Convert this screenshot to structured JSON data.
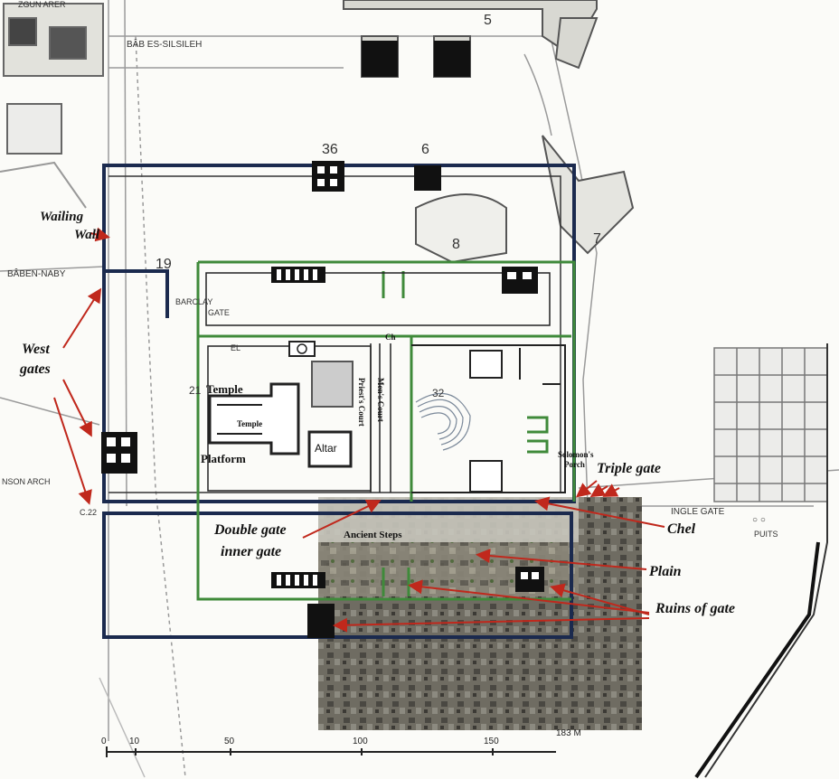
{
  "colors": {
    "outer_wall": "#1b2a4e",
    "inner_wall": "#3f8a3a",
    "arrow": "#c0281c",
    "photo": "#6b6b60",
    "baselines": "#9a9a9a"
  },
  "annotations": {
    "wailing_wall_1": "Wailing",
    "wailing_wall_2": "Wall",
    "west_gates_1": "West",
    "west_gates_2": "gates",
    "double_gate": "Double gate",
    "inner_gate": "inner gate",
    "triple_gate": "Triple gate",
    "chel": "Chel",
    "plain": "Plain",
    "ruins_of_gate": "Ruins of gate",
    "solomons_porch_1": "Solomon's",
    "solomons_porch_2": "Porch"
  },
  "plan_labels": {
    "temple": "Temple",
    "temple_inner": "Temple",
    "platform": "Platform",
    "altar": "Altar",
    "priests_court": "Priest's Court",
    "mens_court": "Men's Court",
    "ch": "Ch",
    "ancient_steps": "Ancient Steps"
  },
  "base_map_labels": {
    "bab_es_silsileh": "BÂB ES-SILSILEH",
    "baben_naby": "BÂBEN-NABY",
    "barclay_gate_1": "BARCLAY",
    "barclay_gate_2": "GATE",
    "robinson_arch": "NSON ARCH",
    "c22": "C.22",
    "single_gate": "INGLE GATE",
    "puits": "PUITS",
    "n36": "36",
    "n6": "6",
    "n7": "7",
    "n8": "8",
    "n19": "19",
    "n5": "5",
    "n32": "32",
    "n21": "21",
    "top_fragment": "ZGUN  ARER",
    "el_fragment": "EL",
    "circles": "○ ○"
  },
  "scale_bar": {
    "ticks": [
      "0",
      "10",
      "50",
      "100",
      "150"
    ],
    "unit": "183 M"
  }
}
